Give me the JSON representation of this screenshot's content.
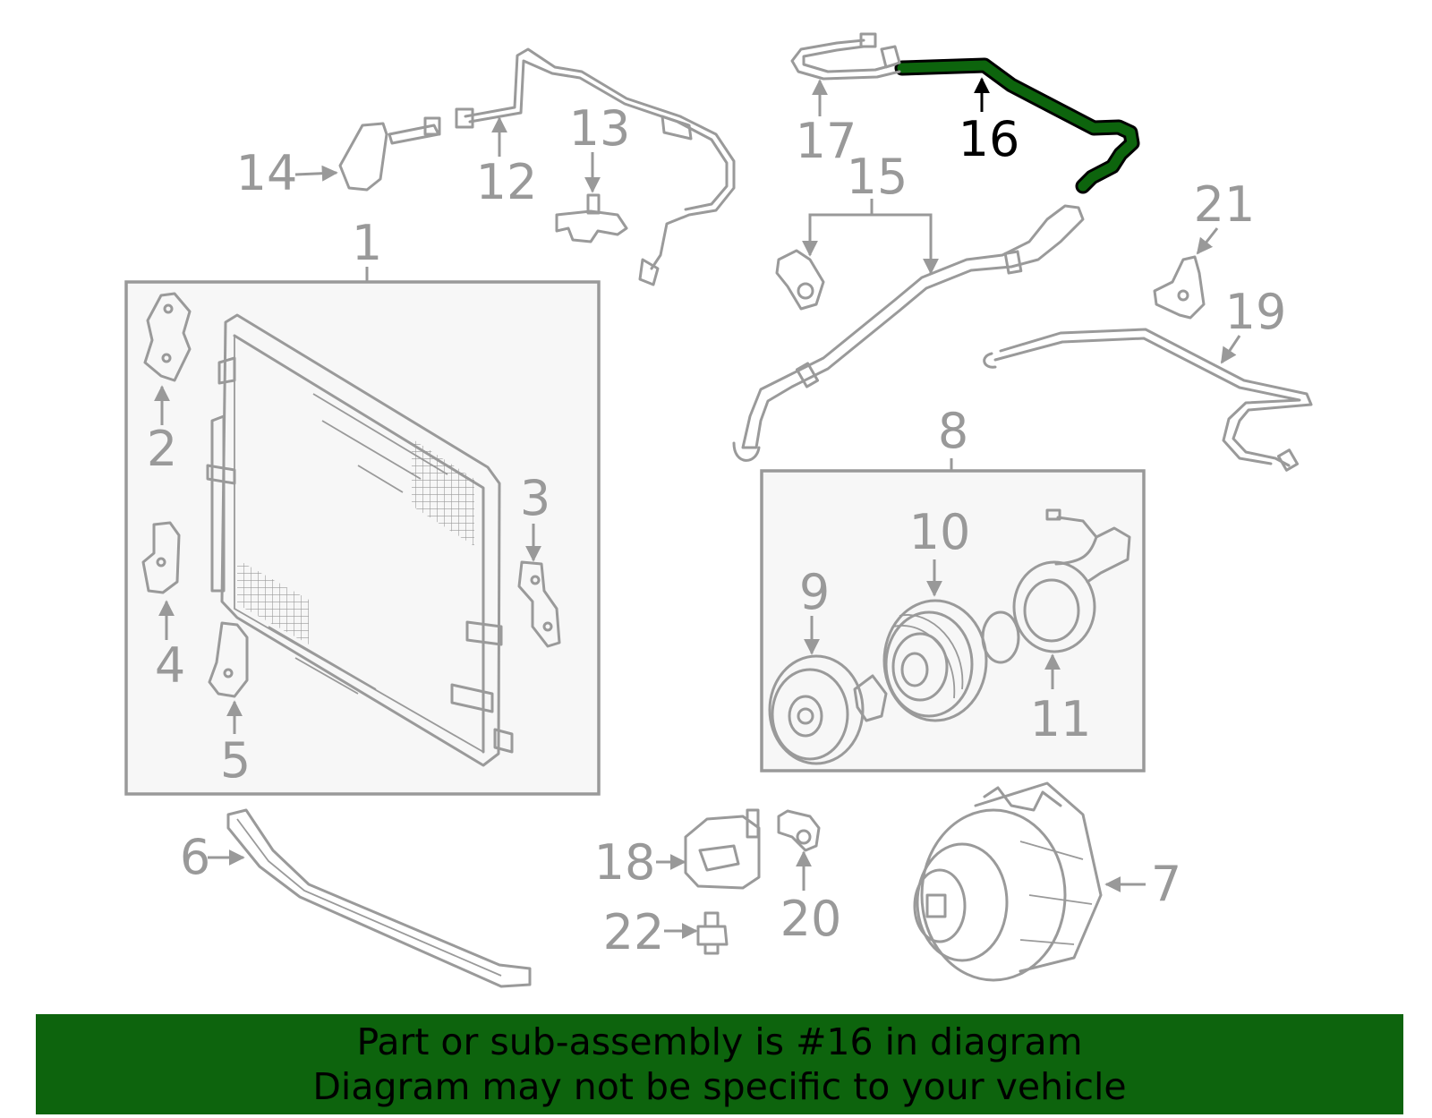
{
  "diagram": {
    "highlighted_part": "16",
    "highlight_color": "#0d640d",
    "callouts": {
      "c1": "1",
      "c2": "2",
      "c3": "3",
      "c4": "4",
      "c5": "5",
      "c6": "6",
      "c7": "7",
      "c8": "8",
      "c9": "9",
      "c10": "10",
      "c11": "11",
      "c12": "12",
      "c13": "13",
      "c14": "14",
      "c15": "15",
      "c16": "16",
      "c17": "17",
      "c18": "18",
      "c19": "19",
      "c20": "20",
      "c21": "21",
      "c22": "22"
    }
  },
  "banner": {
    "line1": "Part or sub-assembly is #16 in diagram",
    "line2": "Diagram may not be specific to your vehicle",
    "background": "#0d640d"
  }
}
